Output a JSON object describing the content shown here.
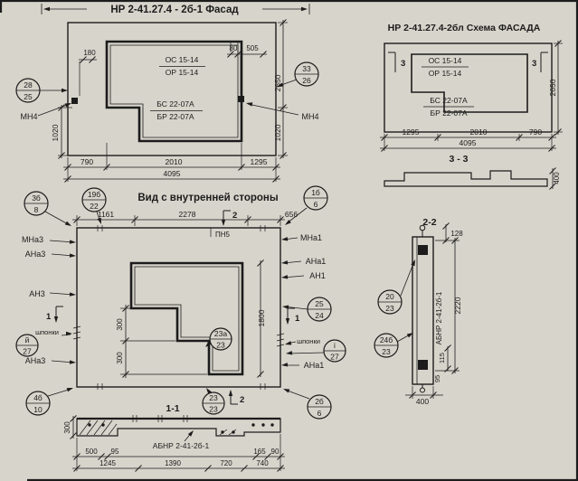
{
  "fasad": {
    "title": "НР 2-41.27.4 - 2б-1 Фасад",
    "os": "ОС 15-14",
    "or": "ОР 15-14",
    "bs": "БС 22-07А",
    "br": "БР 22-07А",
    "dim180": "180",
    "dim80": "80",
    "dim505": "505",
    "dim1020_left": "1020",
    "dim2650": "2650",
    "dim1020_right": "1020",
    "dim790": "790",
    "dim2010": "2010",
    "dim1295": "1295",
    "dim4095": "4095",
    "callout28": "28",
    "callout25": "25",
    "callout33": "33",
    "callout26": "26",
    "mn4": "МН4"
  },
  "schema": {
    "title": "НР 2-41.27.4-2бл Схема ФАСАДА",
    "os": "ОС 15-14",
    "or": "ОР 15-14",
    "bs": "БС 22-07А",
    "br": "БР 22-07А",
    "dim1295": "1295",
    "dim2010": "2010",
    "dim790": "790",
    "dim4095": "4095",
    "dim2650": "2650",
    "marker3": "3",
    "section_label": "3 - 3",
    "dim400": "400"
  },
  "vid": {
    "title": "Вид с внутренней стороны",
    "c3b_top": "3б",
    "c3b_bot": "8",
    "c19b_top": "19б",
    "c19b_bot": "22",
    "c1b_top": "1б",
    "c1b_bot": "6",
    "dim1161": "1161",
    "dim2278": "2278",
    "dim656": "656",
    "marker2": "2",
    "marker1": "1",
    "pn5": "ПН5",
    "mna3": "МНа3",
    "ana3": "АНа3",
    "an3": "АН3",
    "shponki": "шпонки",
    "cy_top": "й",
    "cy_bot": "27",
    "ci_top": "i",
    "ci_bot": "27",
    "mna1": "МНа1",
    "ana1": "АНа1",
    "an1": "АН1",
    "c25_top": "25",
    "c25_bot": "24",
    "c4b_top": "4б",
    "c4b_bot": "10",
    "c2b_top": "2б",
    "c2b_bot": "6",
    "c23a_top": "23а",
    "c23a_bot": "23",
    "c23_top": "23",
    "c23_bot": "23",
    "dim300": "300",
    "dim1800": "1800"
  },
  "sec11": {
    "title": "1-1",
    "label": "АБНР 2-41-2б-1",
    "dim300": "300",
    "dim500": "500",
    "dim95": "95",
    "dim165": "165",
    "dim90": "90",
    "dim1245": "1245",
    "dim1390": "1390",
    "dim720": "720",
    "dim740": "740"
  },
  "sec22": {
    "title": "2-2",
    "label": "АБНР 2-41-2б-1",
    "dim128": "128",
    "dim2220": "2220",
    "dim115": "115",
    "dim95": "95",
    "dim400": "400",
    "c20_top": "20",
    "c20_bot": "23",
    "c24b_top": "24б",
    "c24b_bot": "23"
  }
}
